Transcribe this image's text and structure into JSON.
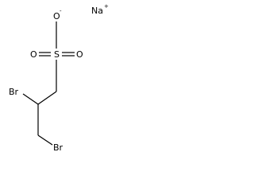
{
  "molecule": {
    "counterion": {
      "symbol": "Na",
      "charge": "+"
    },
    "sulfonate": {
      "sulfur": "S",
      "oxygen_top": "O",
      "oxygen_top_charge": "-",
      "oxygen_left": "O",
      "oxygen_right": "O"
    },
    "bromine_upper": "Br",
    "bromine_lower": "Br"
  }
}
